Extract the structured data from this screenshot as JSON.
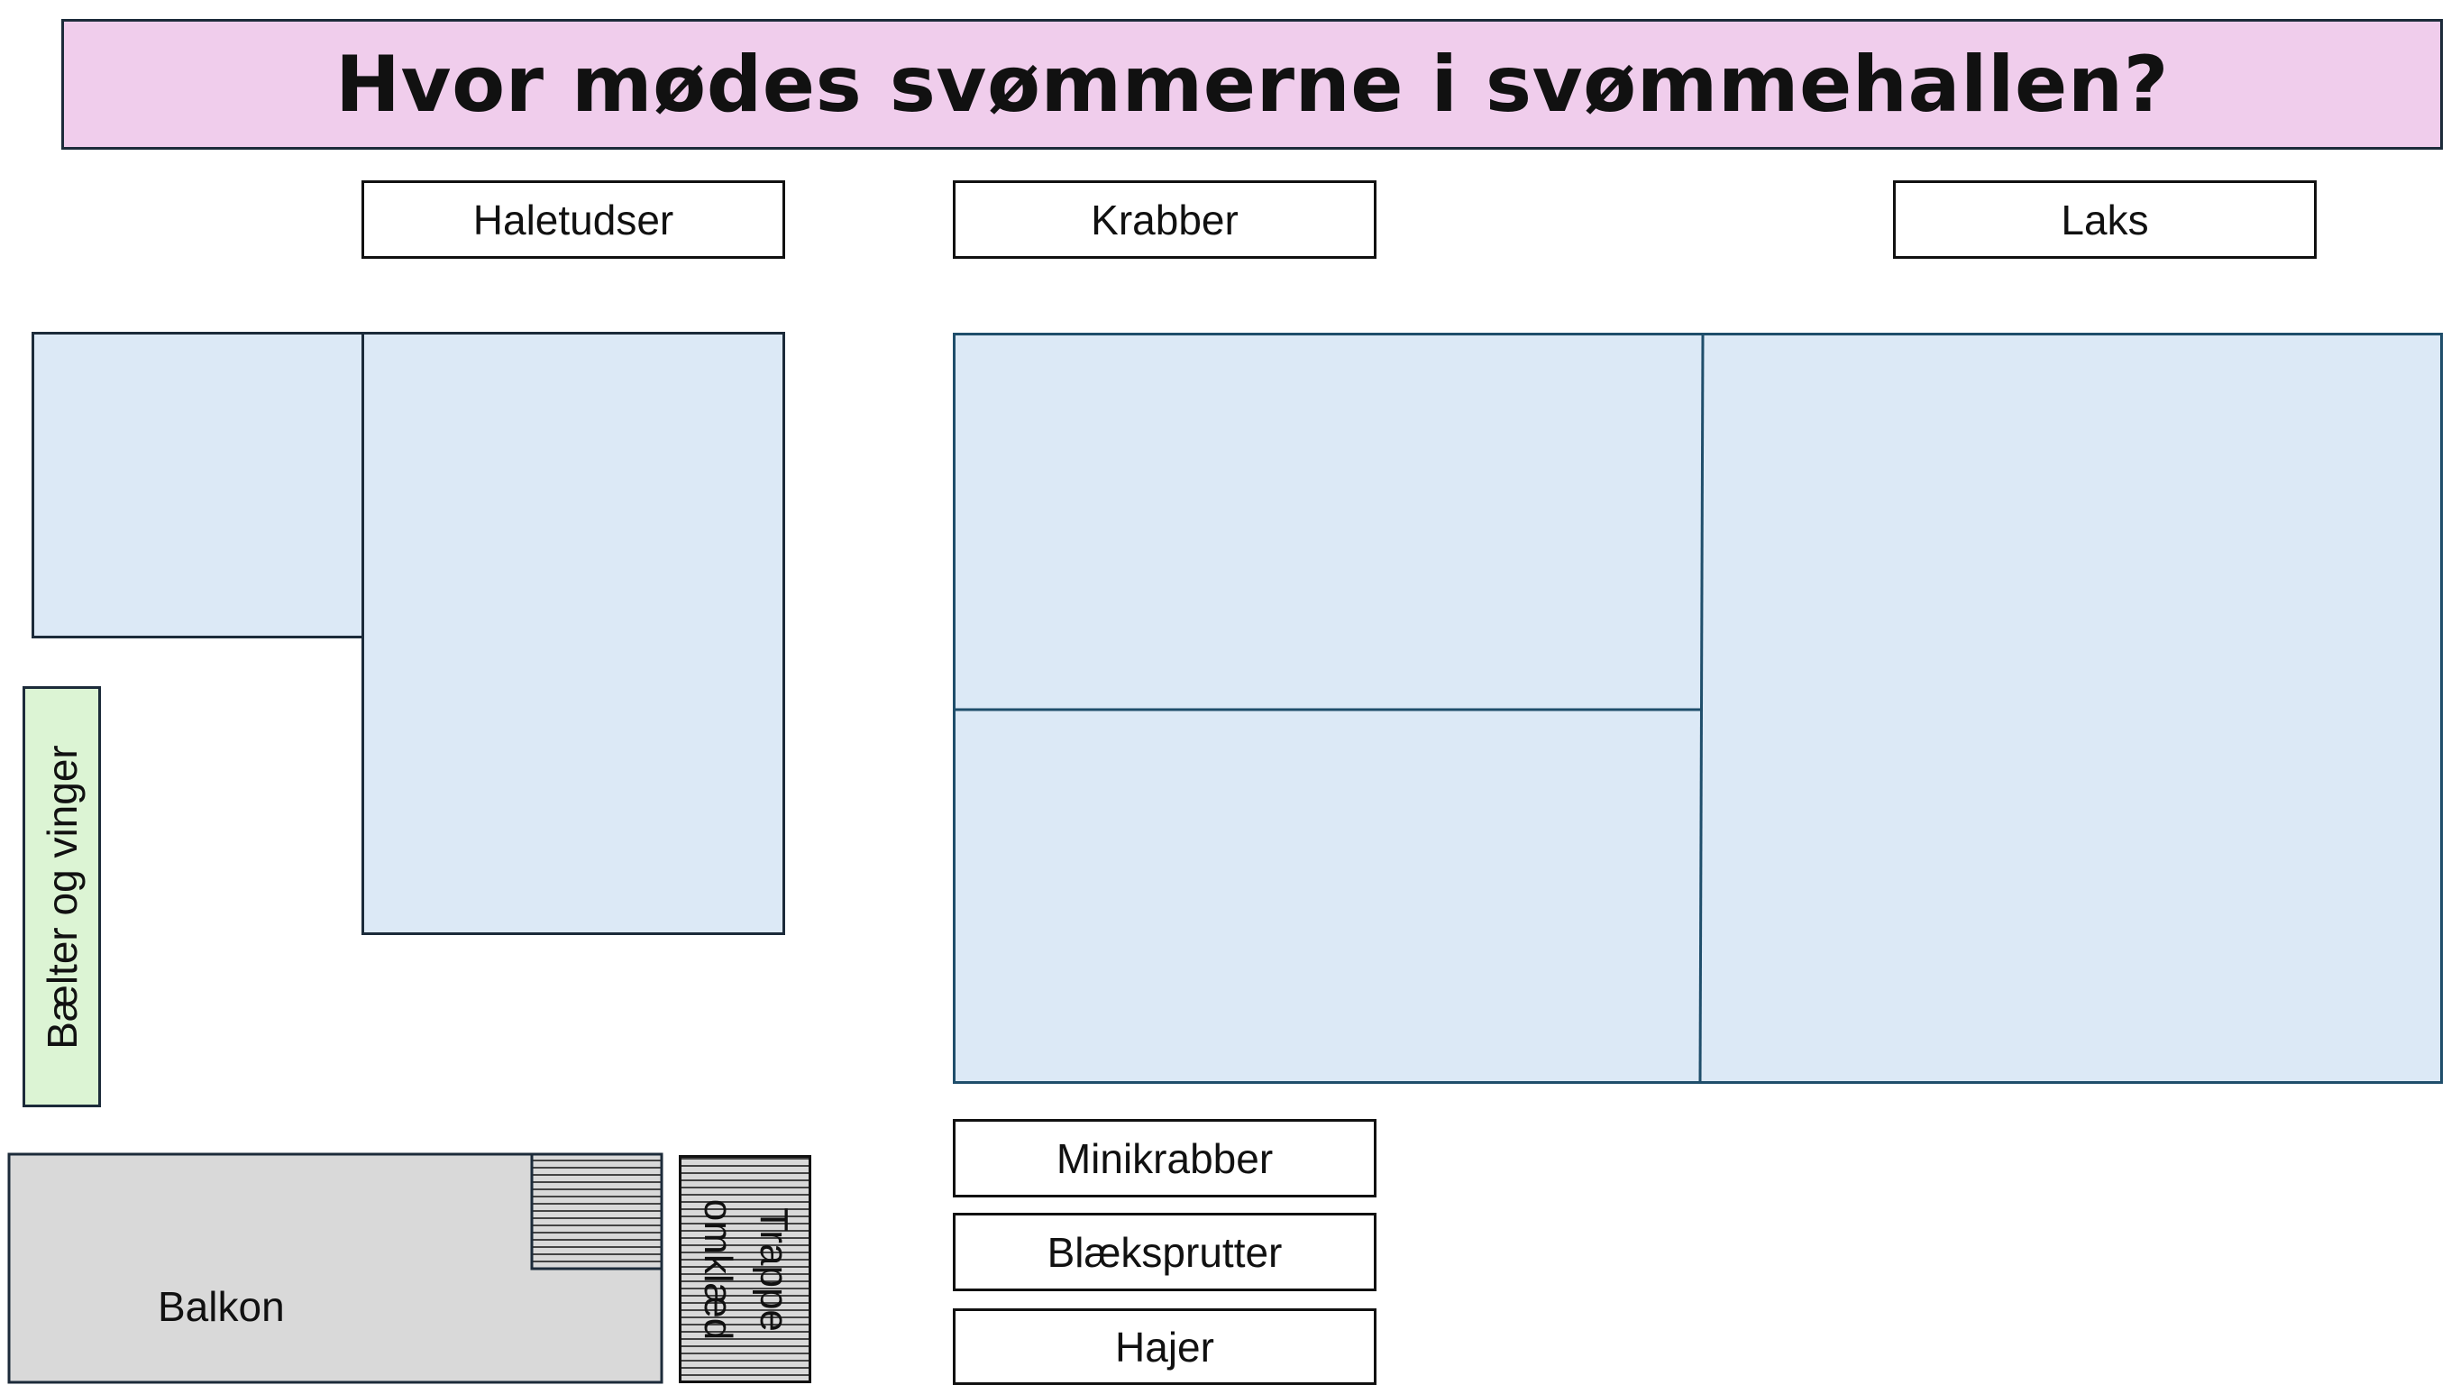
{
  "title": "Hvor mødes svømmerne i svømmehallen?",
  "groups": {
    "top": [
      "Haletudser",
      "Krabber",
      "Laks"
    ],
    "bottom": [
      "Minikrabber",
      "Blæksprutter",
      "Hajer"
    ]
  },
  "side_label": "Bælter og vinger",
  "balcony_label": "Balkon",
  "stairs_label": {
    "line1": "Trappe",
    "line2": "omklæd"
  },
  "colors": {
    "title_bg": "#f0cdec",
    "pool_fill": "#dce9f6",
    "side_fill": "#dcf4d4",
    "balcony_fill": "#d9d9d9"
  }
}
